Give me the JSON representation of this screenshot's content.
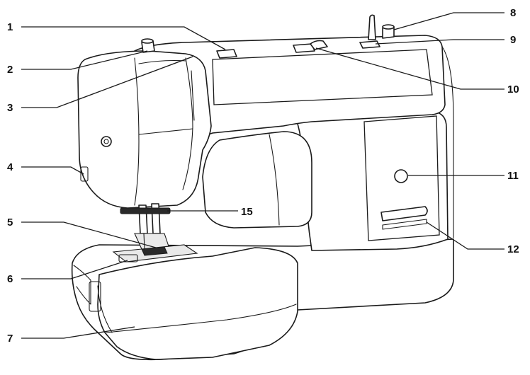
{
  "callouts": {
    "c1": "1",
    "c2": "2",
    "c3": "3",
    "c4": "4",
    "c5": "5",
    "c6": "6",
    "c7": "7",
    "c8": "8",
    "c9": "9",
    "c10": "10",
    "c11": "11",
    "c12": "12",
    "c15": "15"
  },
  "colors": {
    "line": "#1a1a1a",
    "background": "#ffffff"
  }
}
